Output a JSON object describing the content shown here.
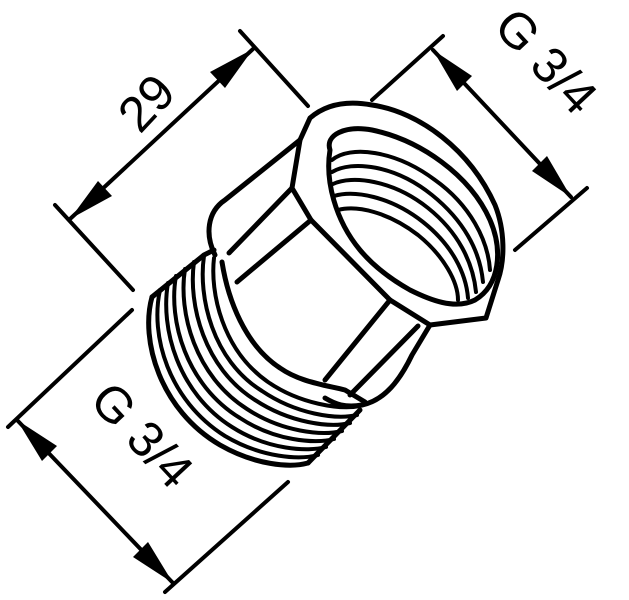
{
  "drawing": {
    "subject": "threaded hex reducing adapter / nipple",
    "stroke_color": "#000000",
    "background_color": "#ffffff"
  },
  "dimensions": {
    "length": {
      "label": "29"
    },
    "thread_female": {
      "label": "G 3/4"
    },
    "thread_male": {
      "label": "G 3/4"
    }
  }
}
